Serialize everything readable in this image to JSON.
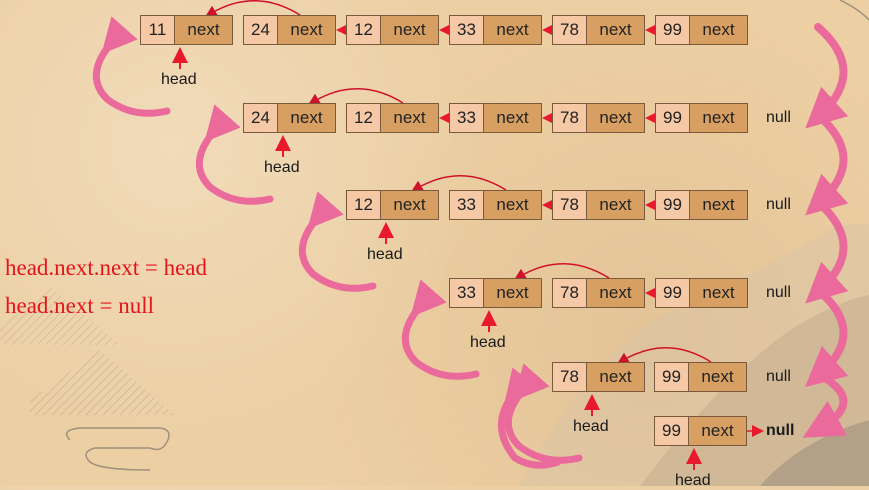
{
  "colors": {
    "arrow": "#e8192c",
    "curved_arrow": "#ea6a9c",
    "code": "#e4141b",
    "value_box": "#f5c8a6",
    "next_box": "#d7a062"
  },
  "next_label": "next",
  "head_label": "head",
  "null_label": "null",
  "code_lines": [
    "head.next.next = head",
    "head.next = null"
  ],
  "rows": [
    {
      "values": [
        "11",
        "24",
        "12",
        "33",
        "78",
        "99"
      ],
      "arrows": [
        "←",
        "←",
        "←",
        "←"
      ],
      "curved_arrow": "24 → 11",
      "head_at": "11"
    },
    {
      "values": [
        "24",
        "12",
        "33",
        "78",
        "99"
      ],
      "arrows": [
        "←",
        "←",
        "←"
      ],
      "curved_arrow": "12 → 24",
      "head_at": "24",
      "null": true
    },
    {
      "values": [
        "12",
        "33",
        "78",
        "99"
      ],
      "arrows": [
        "←",
        "←"
      ],
      "curved_arrow": "33 → 12",
      "head_at": "12",
      "null": true
    },
    {
      "values": [
        "33",
        "78",
        "99"
      ],
      "arrows": [
        "←"
      ],
      "curved_arrow": "78 → 33",
      "head_at": "33",
      "null": true
    },
    {
      "values": [
        "78",
        "99"
      ],
      "arrows": [],
      "curved_arrow": "99 → 78",
      "head_at": "78",
      "null": true
    },
    {
      "values": [
        "99"
      ],
      "arrows": [
        "→ null"
      ],
      "head_at": "99",
      "null": true
    }
  ]
}
